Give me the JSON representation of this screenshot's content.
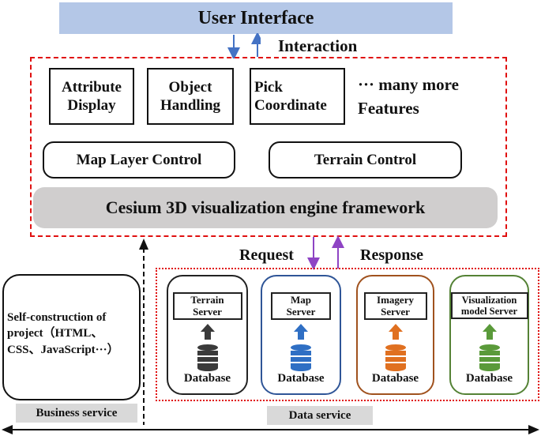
{
  "ui_title": "User Interface",
  "interaction": "Interaction",
  "features": {
    "attribute": [
      "Attribute",
      "Display"
    ],
    "object": [
      "Object",
      "Handling"
    ],
    "pick": [
      "Pick",
      "Coordinate"
    ],
    "more": [
      "··· many more",
      "Features"
    ]
  },
  "controls": {
    "map_layer": "Map Layer Control",
    "terrain": "Terrain Control"
  },
  "engine": "Cesium 3D visualization engine framework",
  "request": "Request",
  "response": "Response",
  "servers": [
    {
      "label": [
        "Terrain",
        "Server"
      ],
      "db": "Database",
      "color": "#3a3a3a"
    },
    {
      "label": [
        "Map",
        "Server"
      ],
      "db": "Database",
      "color": "#2f6fc4"
    },
    {
      "label": [
        "Imagery",
        "Server"
      ],
      "db": "Database",
      "color": "#e07020"
    },
    {
      "label": [
        "Visualization",
        "model Server"
      ],
      "db": "Database",
      "color": "#5a9a3a"
    }
  ],
  "self_construction": [
    "Self-construction of",
    "project（HTML、",
    "CSS、JavaScript···）"
  ],
  "business_service": "Business service",
  "data_service": "Data service",
  "colors": {
    "ui_bar": "#b4c7e7",
    "dashed_border": "#e01010",
    "arrow_blue": "#4472c4",
    "arrow_purple": "#8e44c4",
    "engine_bar": "#d0cece"
  }
}
